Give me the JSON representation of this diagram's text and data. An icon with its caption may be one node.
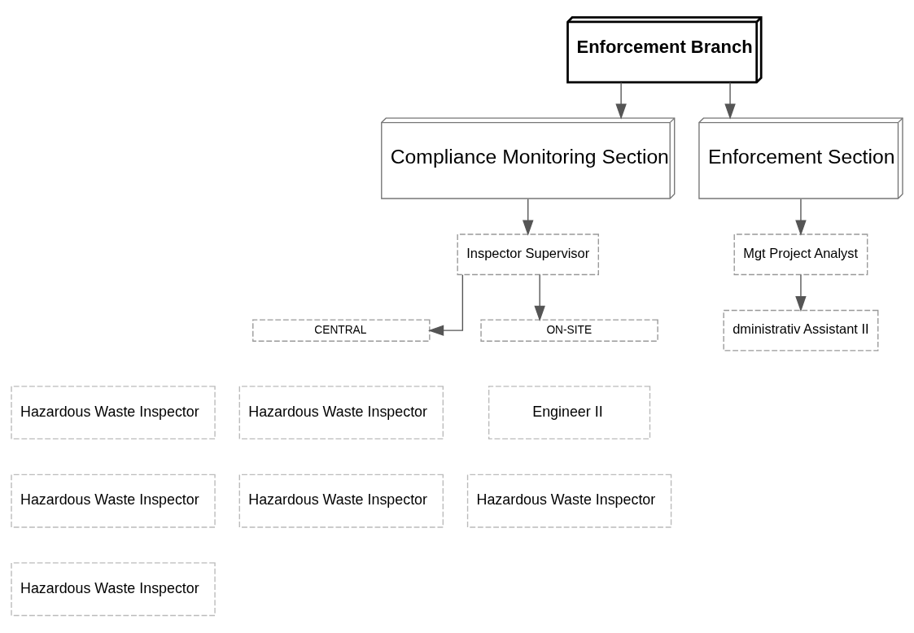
{
  "diagram": {
    "nodes": [
      {
        "text": [
          "Enforcement Branch"
        ]
      },
      {
        "text": [
          "Compliance Monitoring Section"
        ]
      },
      {
        "text": [
          "Enforcement Section"
        ]
      },
      {
        "text": [
          "Inspector Supervisor"
        ]
      },
      {
        "text": [
          "CENTRAL"
        ]
      },
      {
        "text": [
          "ON-SITE"
        ]
      },
      {
        "text": [
          "Mgt Project Analyst"
        ]
      },
      {
        "text": [
          "dministrativ Assistant II"
        ]
      },
      {
        "text": [
          "Hazardous Waste Inspector"
        ]
      },
      {
        "text": [
          "Hazardous Waste Inspector"
        ]
      },
      {
        "text": [
          "Engineer II"
        ]
      },
      {
        "text": [
          "Hazardous Waste Inspector"
        ]
      },
      {
        "text": [
          "Hazardous Waste Inspector"
        ]
      },
      {
        "text": [
          "Hazardous Waste Inspector"
        ]
      },
      {
        "text": [
          "Hazardous Waste Inspector"
        ]
      }
    ],
    "edges": [
      {
        "from": 0,
        "to": 1,
        "arrow": "to"
      },
      {
        "from": 0,
        "to": 2,
        "arrow": "to"
      },
      {
        "from": 1,
        "to": 3,
        "arrow": "to"
      },
      {
        "from": 3,
        "to": 4,
        "arrow": "to"
      },
      {
        "from": 3,
        "to": 5,
        "arrow": "to"
      },
      {
        "from": 2,
        "to": 6,
        "arrow": "to"
      },
      {
        "from": 6,
        "to": 7,
        "arrow": "to"
      }
    ]
  }
}
